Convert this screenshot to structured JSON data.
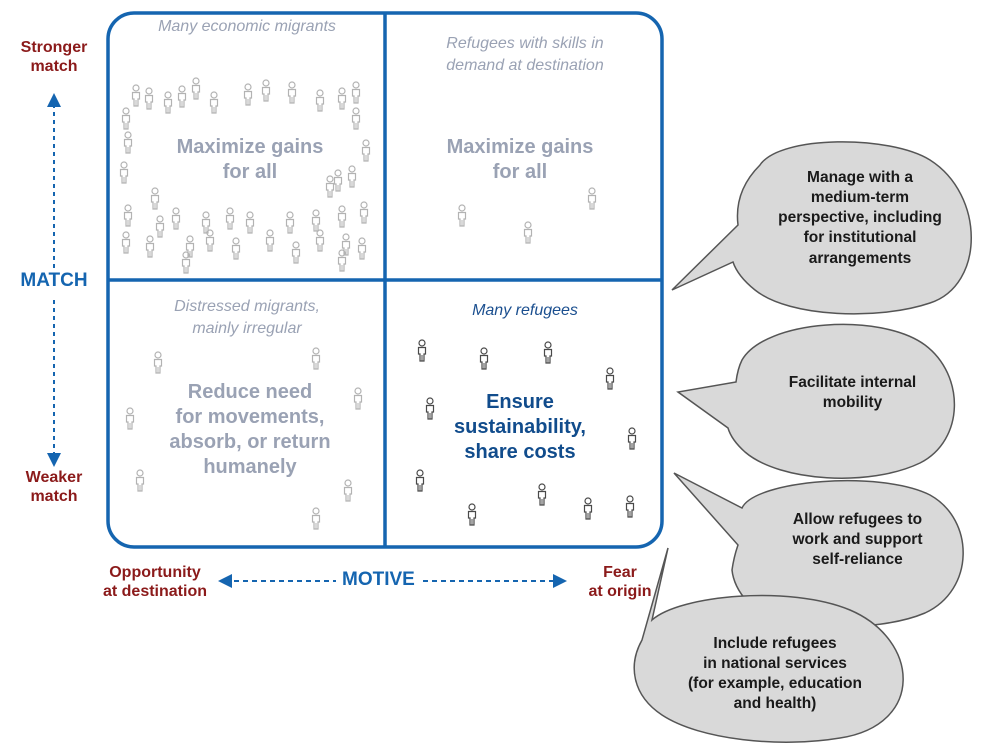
{
  "axes": {
    "vertical": {
      "label": "MATCH",
      "top_end": [
        "Stronger",
        "match"
      ],
      "bottom_end": [
        "Weaker",
        "match"
      ]
    },
    "horizontal": {
      "label": "MOTIVE",
      "left_end": [
        "Opportunity",
        "at destination"
      ],
      "right_end": [
        "Fear",
        "at origin"
      ]
    }
  },
  "quadrants": {
    "top_left": {
      "caption": [
        "Many economic migrants"
      ],
      "strategy": [
        "Maximize gains",
        "for all"
      ]
    },
    "top_right": {
      "caption": [
        "Refugees with skills in",
        "demand at destination"
      ],
      "strategy": [
        "Maximize gains",
        "for all"
      ]
    },
    "bottom_left": {
      "caption": [
        "Distressed migrants,",
        "mainly irregular"
      ],
      "strategy": [
        "Reduce need",
        "for movements,",
        "absorb, or return",
        "humanely"
      ]
    },
    "bottom_right": {
      "caption": [
        "Many refugees"
      ],
      "strategy": [
        "Ensure",
        "sustainability,",
        "share costs"
      ]
    }
  },
  "callouts": [
    {
      "lines": [
        "Manage with a",
        "medium-term",
        "perspective, including",
        "for institutional",
        "arrangements"
      ]
    },
    {
      "lines": [
        "Facilitate internal",
        "mobility"
      ]
    },
    {
      "lines": [
        "Allow refugees to",
        "work and support",
        "self-reliance"
      ]
    },
    {
      "lines": [
        "Include refugees",
        "in national services",
        "(for example, education",
        "and health)"
      ]
    }
  ],
  "colors": {
    "frame": "#1565b0",
    "axis_end_label": "#8b1a1a",
    "muted_text": "#9aa2b4",
    "emphasis_text": "#114c8c",
    "callout_fill": "#d9d9d9",
    "callout_stroke": "#555555",
    "person_muted": "#b3b3b3",
    "person_dark": "#4a4a4a"
  },
  "icons": {
    "person": "person-icon"
  }
}
